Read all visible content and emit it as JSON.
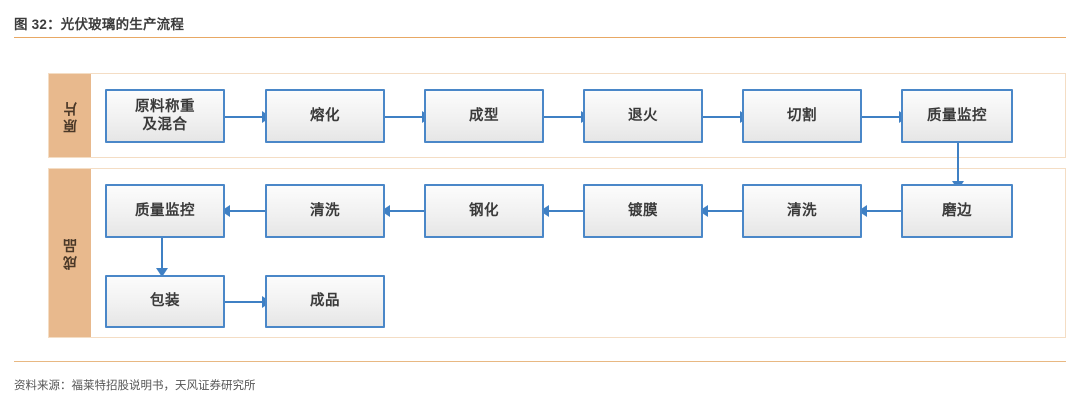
{
  "figure": {
    "title": "图 32：光伏玻璃的生产流程",
    "source": "资料来源：福莱特招股说明书，天风证券研究所",
    "accent_rule_color": "#e8a864",
    "group_label_color": "#e8b98d",
    "group_border_color": "#f4ddc4",
    "node_border_color": "#4a87c8",
    "node_fill_color": "#f1f1f1",
    "arrow_color": "#3f80c4"
  },
  "groups": [
    {
      "id": "group-raw",
      "label": "原片"
    },
    {
      "id": "group-fin",
      "label": "成品"
    }
  ],
  "nodes": {
    "row1": [
      {
        "id": "n-raw-weigh",
        "label": "原料称重\n及混合"
      },
      {
        "id": "n-melting",
        "label": "熔化"
      },
      {
        "id": "n-forming",
        "label": "成型"
      },
      {
        "id": "n-annealing",
        "label": "退火"
      },
      {
        "id": "n-cutting",
        "label": "切割"
      },
      {
        "id": "n-qc1",
        "label": "质量监控"
      }
    ],
    "row2": [
      {
        "id": "n-qc2",
        "label": "质量监控"
      },
      {
        "id": "n-wash2",
        "label": "清洗"
      },
      {
        "id": "n-temper",
        "label": "钢化"
      },
      {
        "id": "n-coating",
        "label": "镀膜"
      },
      {
        "id": "n-wash1",
        "label": "清洗"
      },
      {
        "id": "n-grinding",
        "label": "磨边"
      }
    ],
    "row3": [
      {
        "id": "n-packing",
        "label": "包装"
      },
      {
        "id": "n-product",
        "label": "成品"
      }
    ]
  },
  "flow_sequence": [
    "原料称重及混合",
    "熔化",
    "成型",
    "退火",
    "切割",
    "质量监控",
    "磨边",
    "清洗",
    "镀膜",
    "钢化",
    "清洗",
    "质量监控",
    "包装",
    "成品"
  ]
}
